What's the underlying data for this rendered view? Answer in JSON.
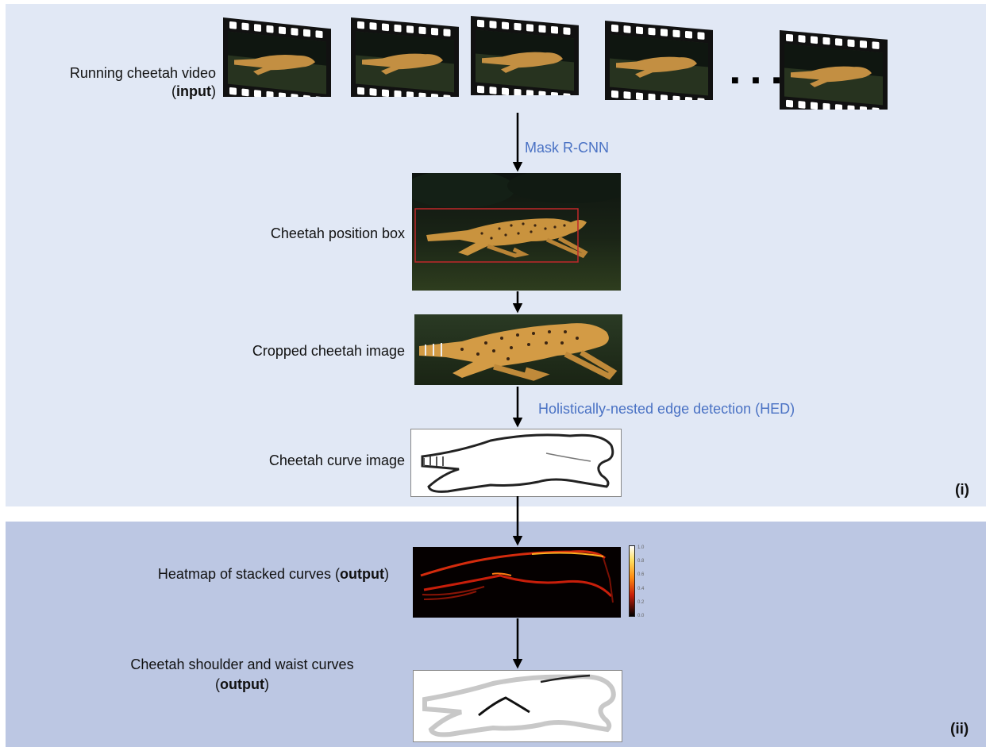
{
  "input_label": {
    "pre": "Running cheetah video (",
    "bold": "input",
    "post": ")"
  },
  "steps": {
    "mask_rcnn": "Mask R-CNN",
    "hed": "Holistically-nested edge detection (HED)"
  },
  "stages": {
    "position_box": "Cheetah position box",
    "cropped": "Cropped cheetah image",
    "curve": "Cheetah curve image",
    "heatmap": {
      "pre": "Heatmap of stacked curves (",
      "bold": "output",
      "post": ")"
    },
    "shoulder_waist": {
      "pre": "Cheetah shoulder and waist curves",
      "bold": "output",
      "open": "(",
      "close": ")"
    }
  },
  "panel_tags": {
    "i": "(i)",
    "ii": "(ii)"
  },
  "ellipsis": "■ ■ ■",
  "colorbar_ticks": [
    "1.0",
    "0.8",
    "0.6",
    "0.4",
    "0.2",
    "0.0"
  ],
  "colors": {
    "panel_i": "#e1e8f5",
    "panel_ii": "#bcc7e3",
    "step_text": "#4a72c4",
    "box_red": "#c0282a"
  }
}
